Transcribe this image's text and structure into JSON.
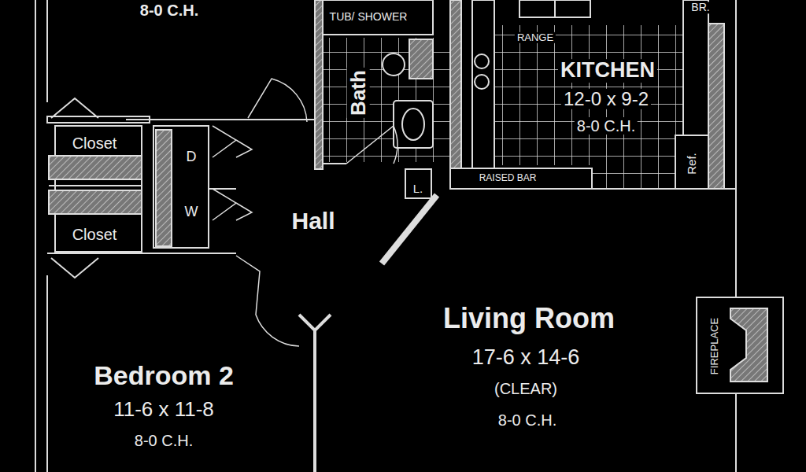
{
  "diagram": {
    "labels": [
      "8-0 C.H.",
      "BR.",
      "TUB/ SHOWER",
      "RANGE",
      "KITCHEN",
      "12-0 x 9-2",
      "8-0 C.H.",
      "Bath",
      "Closet",
      "D",
      "Ref.",
      "L.",
      "RAISED BAR",
      "W",
      "Hall",
      "Closet",
      "Living Room",
      "FIREPLACE",
      "17-6 x 14-6",
      "(CLEAR)",
      "8-0 C.H.",
      "Bedroom 2",
      "11-6 x 11-8",
      "8-0 C.H."
    ]
  }
}
